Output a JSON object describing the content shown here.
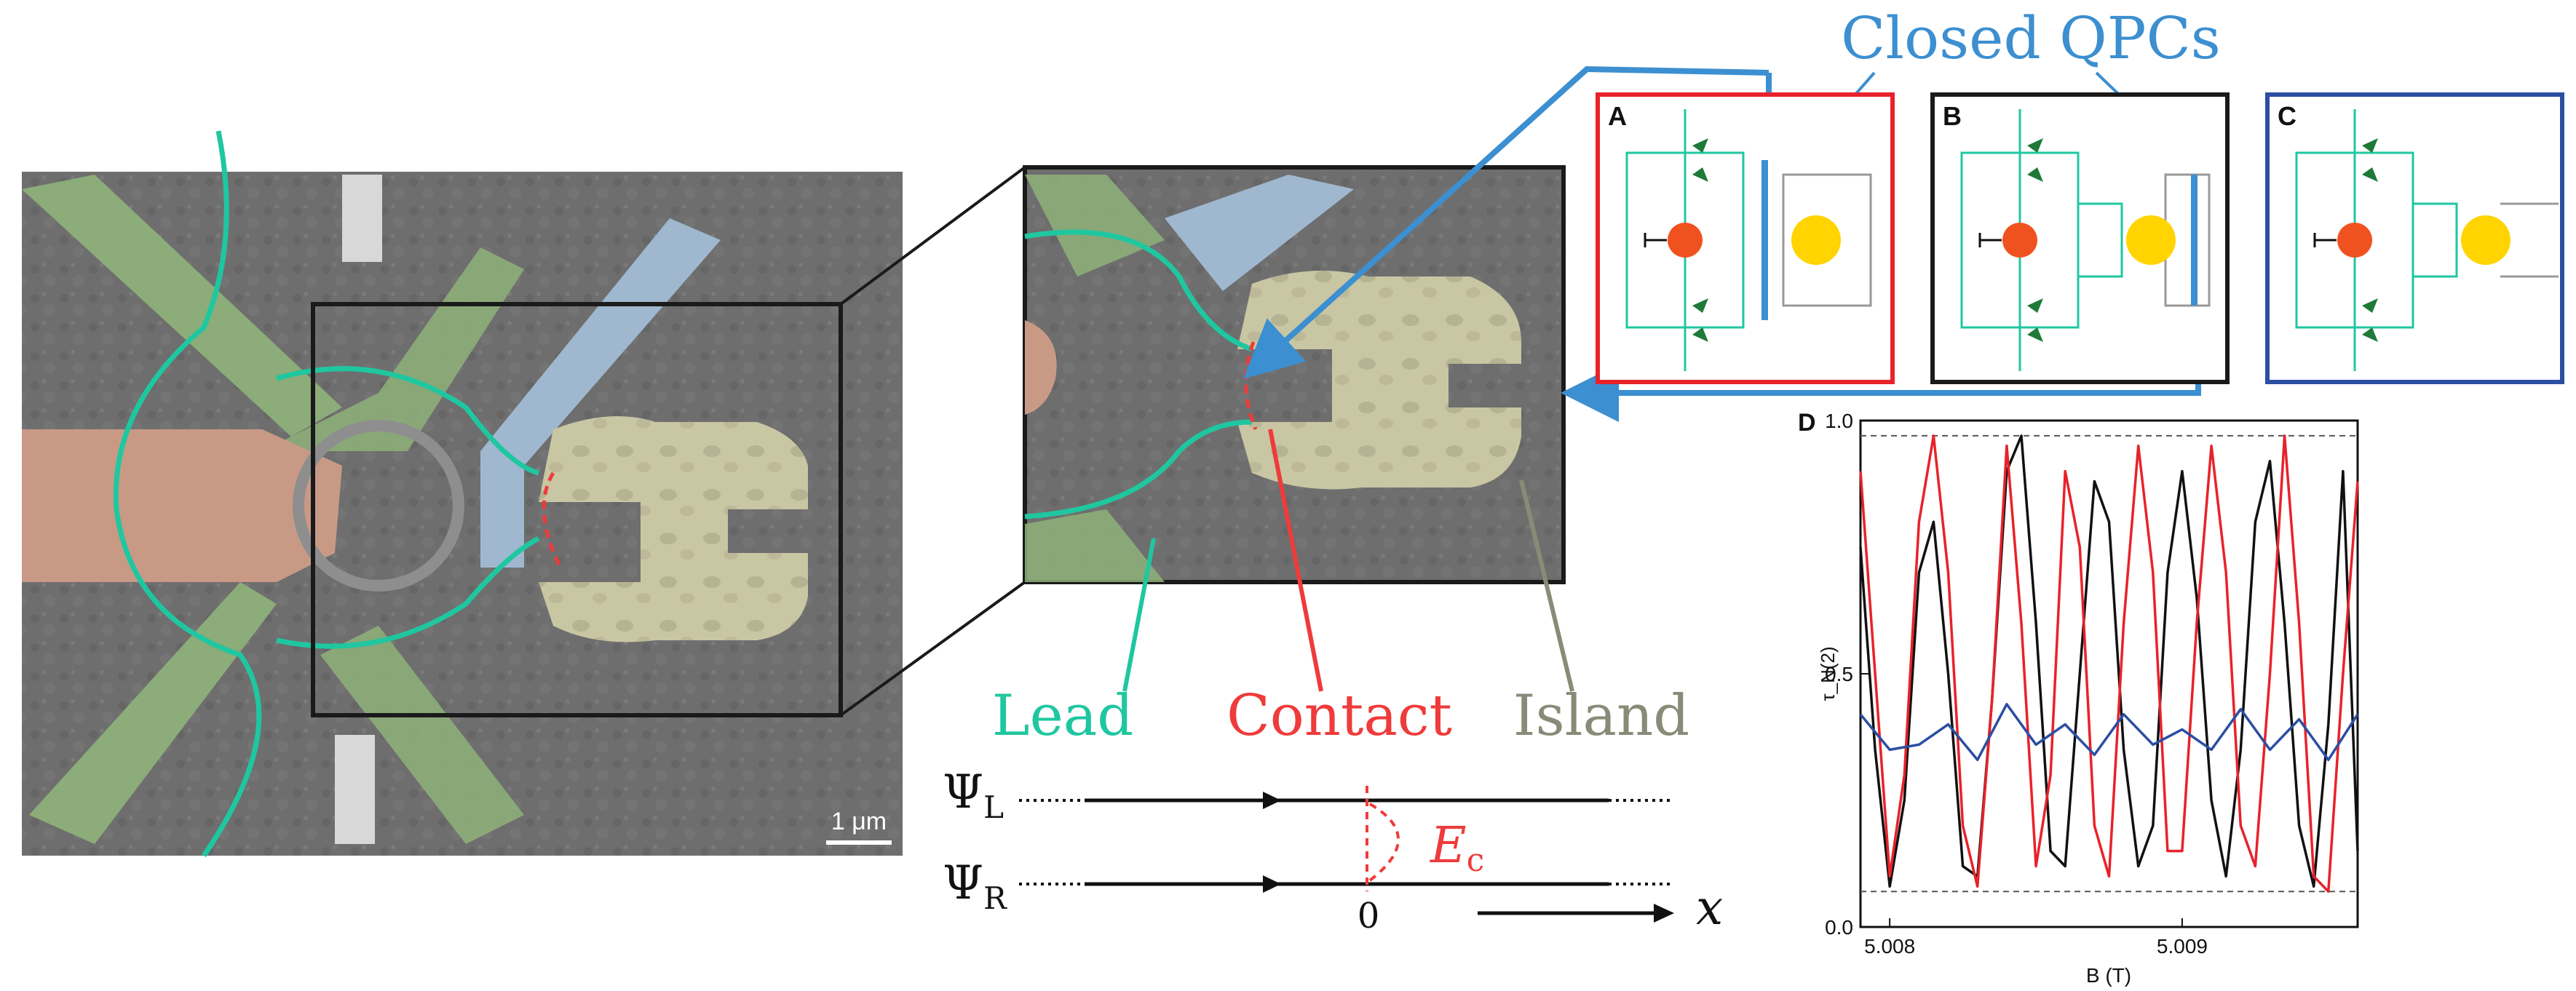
{
  "labels": {
    "closed_qpcs": "Closed QPCs",
    "lead": "Lead",
    "contact": "Contact",
    "island": "Island",
    "scale_bar": "1 μm",
    "psi_l": "Ψ",
    "psi_l_sub": "L",
    "psi_r": "Ψ",
    "psi_r_sub": "R",
    "ec": "E",
    "ec_sub": "c",
    "zero": "0",
    "x_axis": "x"
  },
  "panels": [
    {
      "letter": "A",
      "frame_color": "#e8222a"
    },
    {
      "letter": "B",
      "frame_color": "#1a1a1a"
    },
    {
      "letter": "C",
      "frame_color": "#2b4ea2"
    }
  ],
  "colors": {
    "lead": "#1fc7a0",
    "contact": "#ef3b3b",
    "island": "#8a8a78",
    "qpc_label": "#3c8fd0",
    "island_dot": "#ffd400",
    "ground_dot": "#f0521f"
  },
  "chart_data": {
    "type": "line",
    "panel_label": "D",
    "xlabel": "B (T)",
    "ylabel": "τ_N(2)",
    "xlim": [
      5.0079,
      5.0096
    ],
    "ylim": [
      0.0,
      1.0
    ],
    "xticks": [
      "5.008",
      "5.009"
    ],
    "yticks": [
      "0.0",
      "0.5",
      "1.0"
    ],
    "reference_lines": [
      0.07,
      0.97
    ],
    "series": [
      {
        "color": "#111111",
        "x": [
          5.0079,
          5.00795,
          5.008,
          5.00805,
          5.0081,
          5.00815,
          5.0082,
          5.00825,
          5.0083,
          5.00835,
          5.0084,
          5.00845,
          5.0085,
          5.00855,
          5.0086,
          5.00865,
          5.0087,
          5.00875,
          5.0088,
          5.00885,
          5.0089,
          5.00895,
          5.009,
          5.00905,
          5.0091,
          5.00915,
          5.0092,
          5.00925,
          5.0093,
          5.00935,
          5.0094,
          5.00945,
          5.0095,
          5.00955,
          5.0096
        ],
        "y": [
          0.75,
          0.35,
          0.08,
          0.25,
          0.7,
          0.8,
          0.5,
          0.12,
          0.1,
          0.45,
          0.9,
          0.97,
          0.6,
          0.15,
          0.12,
          0.5,
          0.88,
          0.8,
          0.35,
          0.12,
          0.2,
          0.7,
          0.9,
          0.65,
          0.25,
          0.1,
          0.35,
          0.8,
          0.92,
          0.6,
          0.2,
          0.08,
          0.4,
          0.9,
          0.15
        ]
      },
      {
        "color": "#e8222a",
        "x": [
          5.0079,
          5.00795,
          5.008,
          5.00805,
          5.0081,
          5.00815,
          5.0082,
          5.00825,
          5.0083,
          5.00835,
          5.0084,
          5.00845,
          5.0085,
          5.00855,
          5.0086,
          5.00865,
          5.0087,
          5.00875,
          5.0088,
          5.00885,
          5.0089,
          5.00895,
          5.009,
          5.00905,
          5.0091,
          5.00915,
          5.0092,
          5.00925,
          5.0093,
          5.00935,
          5.0094,
          5.00945,
          5.0095,
          5.00955,
          5.0096
        ],
        "y": [
          0.9,
          0.5,
          0.1,
          0.3,
          0.8,
          0.97,
          0.7,
          0.2,
          0.08,
          0.45,
          0.95,
          0.6,
          0.12,
          0.3,
          0.9,
          0.75,
          0.2,
          0.1,
          0.6,
          0.95,
          0.7,
          0.15,
          0.15,
          0.6,
          0.95,
          0.7,
          0.2,
          0.12,
          0.5,
          0.97,
          0.6,
          0.1,
          0.07,
          0.5,
          0.88
        ]
      },
      {
        "color": "#2b4ea2",
        "x": [
          5.0079,
          5.008,
          5.0081,
          5.0082,
          5.0083,
          5.0084,
          5.0085,
          5.0086,
          5.0087,
          5.0088,
          5.0089,
          5.009,
          5.0091,
          5.0092,
          5.0093,
          5.0094,
          5.0095,
          5.0096
        ],
        "y": [
          0.42,
          0.35,
          0.36,
          0.4,
          0.33,
          0.44,
          0.36,
          0.4,
          0.34,
          0.42,
          0.36,
          0.39,
          0.35,
          0.43,
          0.35,
          0.41,
          0.33,
          0.42
        ]
      }
    ]
  }
}
